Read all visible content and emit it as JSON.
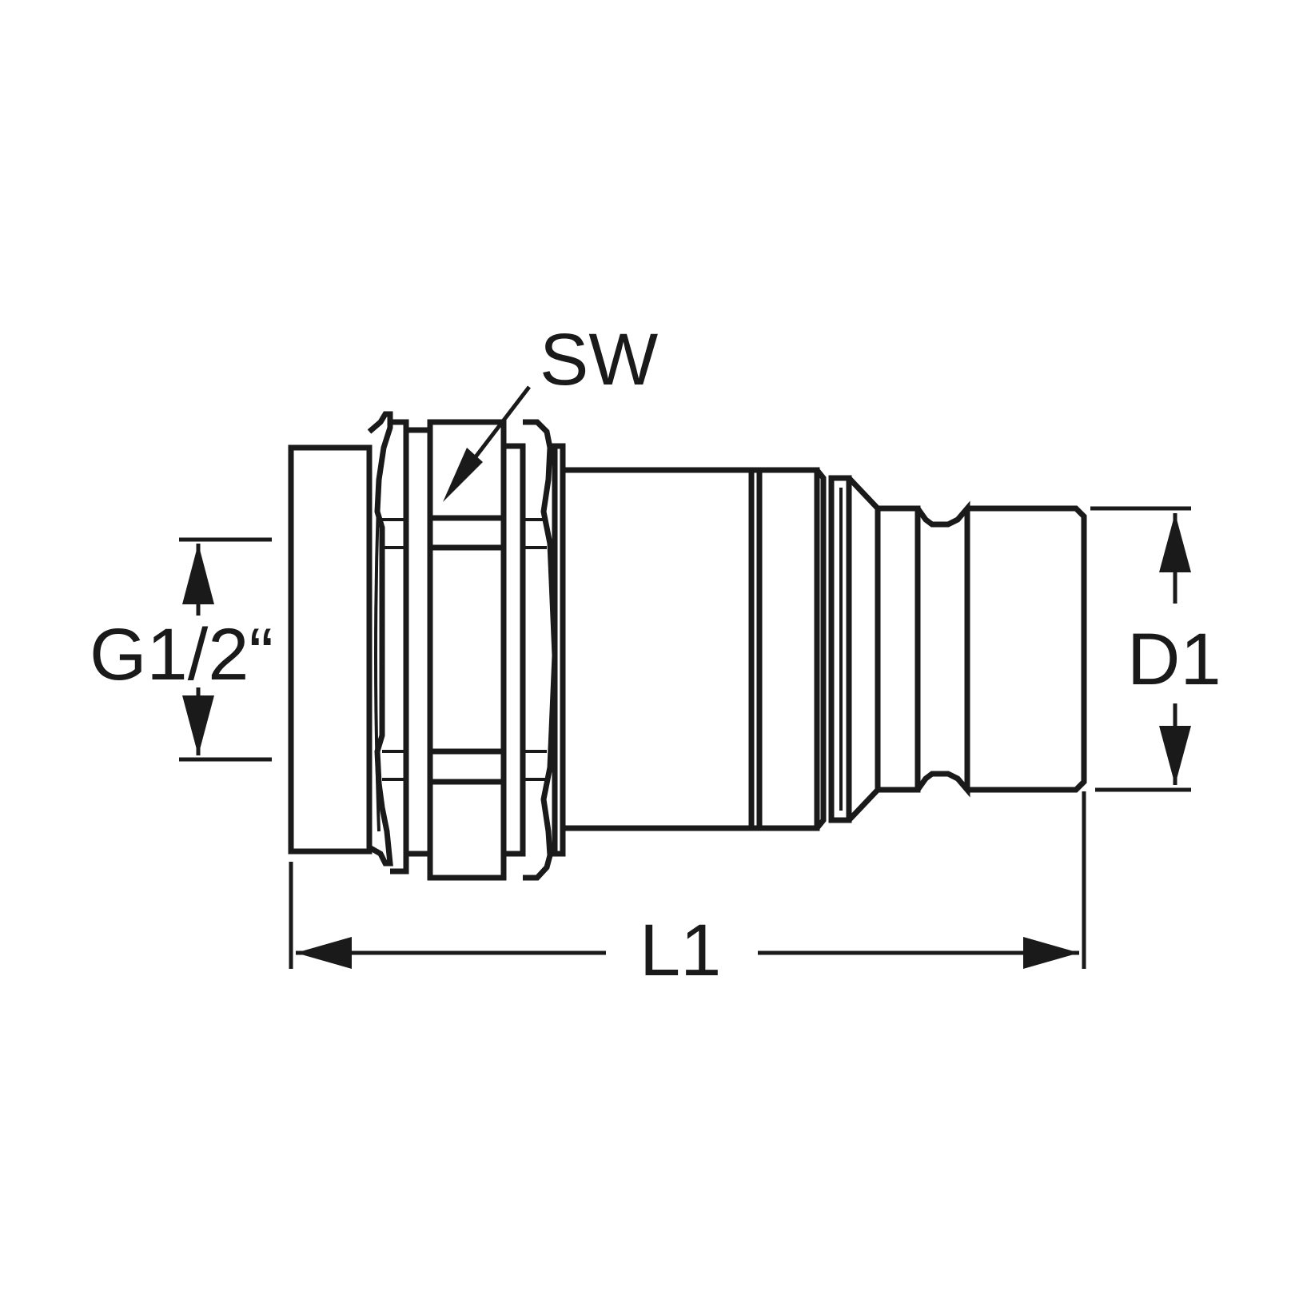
{
  "labels": {
    "wrench_size": "SW",
    "thread_size": "G1/2“",
    "nose_diameter": "D1",
    "overall_length": "L1"
  },
  "colors": {
    "line": "#1a1a1a",
    "background": "#ffffff"
  }
}
